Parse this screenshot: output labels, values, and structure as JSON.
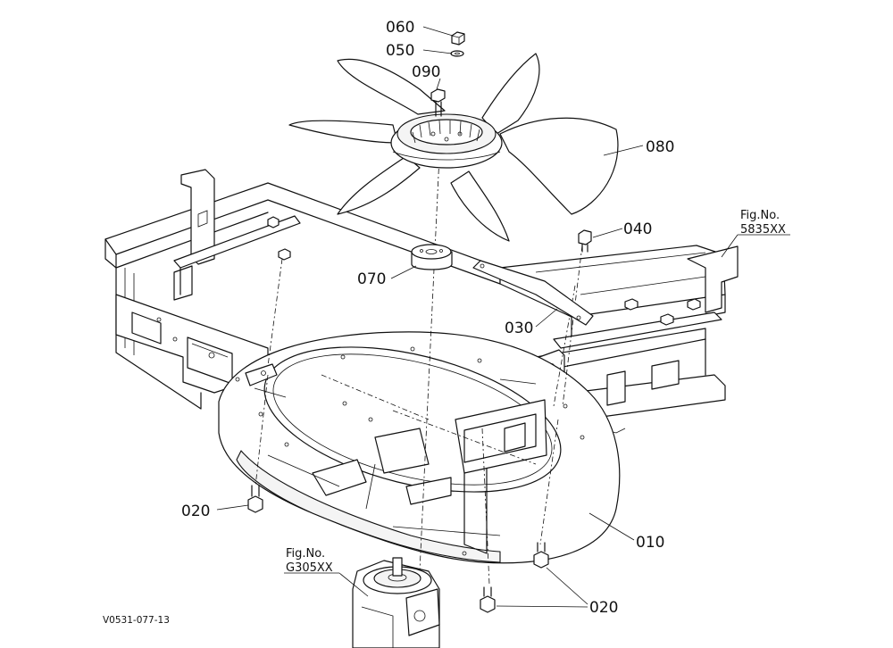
{
  "labels": {
    "p060": "060",
    "p050": "050",
    "p090": "090",
    "p080": "080",
    "p040": "040",
    "p070": "070",
    "p030": "030",
    "p010": "010",
    "p020_left": "020",
    "p020_right": "020"
  },
  "refs": {
    "fig_right_title": "Fig.No.",
    "fig_right_code": "5835XX",
    "fig_bottom_title": "Fig.No.",
    "fig_bottom_code": "G305XX"
  },
  "drawing_code": "V0531-077-13"
}
